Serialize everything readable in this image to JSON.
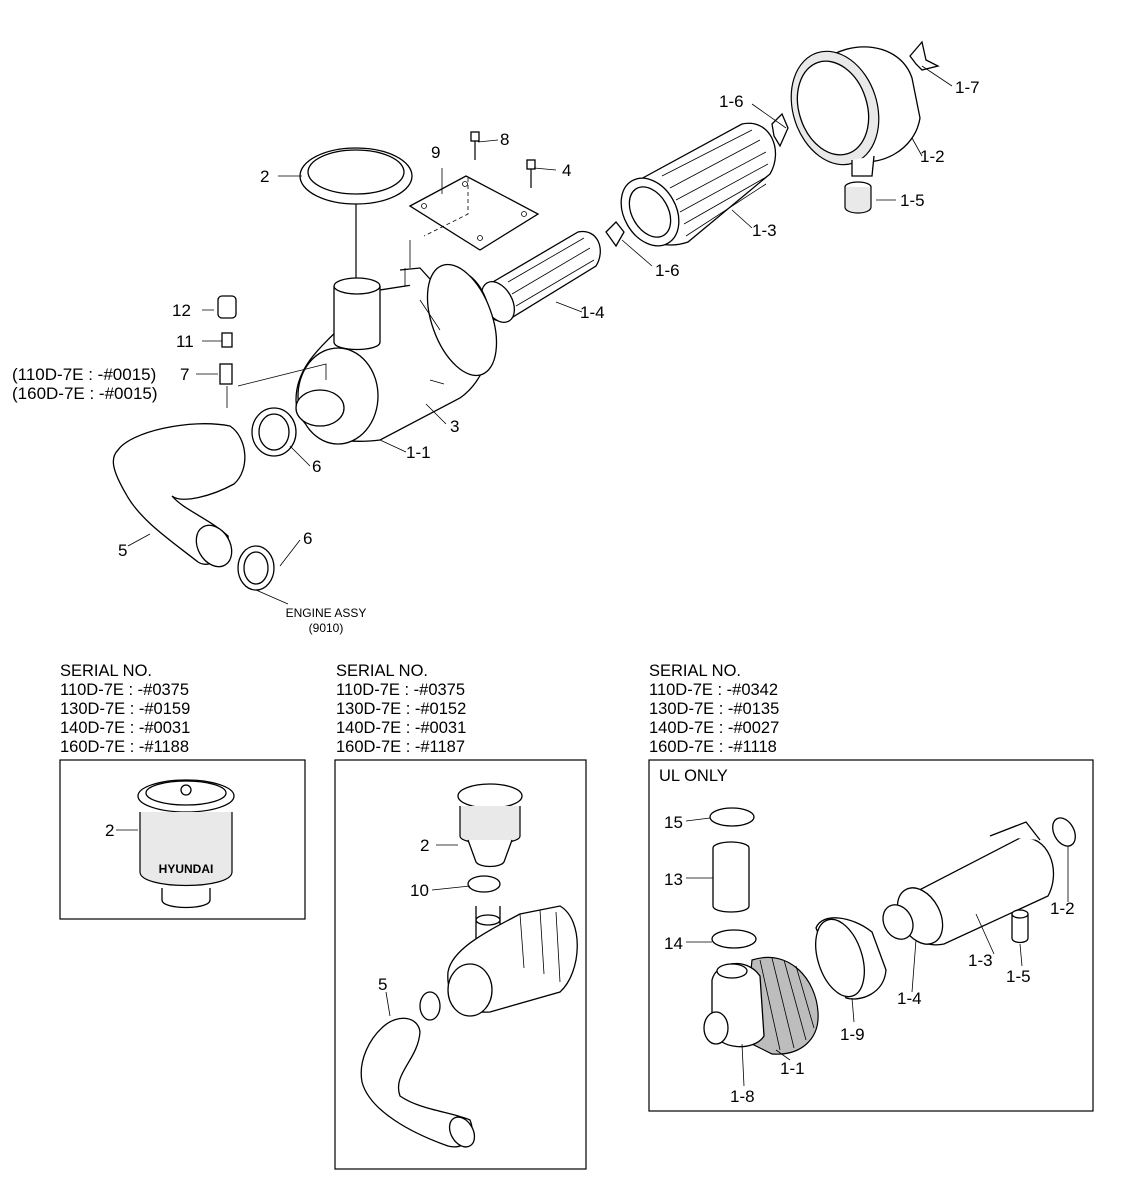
{
  "main_callouts": {
    "c1_7": "1-7",
    "c1_6_top": "1-6",
    "c1_2": "1-2",
    "c8": "8",
    "c9": "9",
    "c2": "2",
    "c4": "4",
    "c1_5": "1-5",
    "c1_3": "1-3",
    "c1_6_mid": "1-6",
    "c1_4": "1-4",
    "c12": "12",
    "c11": "11",
    "c7": "7",
    "c3": "3",
    "c6_top": "6",
    "c1_1": "1-1",
    "c5": "5",
    "c6_bottom": "6"
  },
  "serial_notes": {
    "line1": "(110D-7E : -#0015)",
    "line2": "(160D-7E : -#0015)"
  },
  "engine_ref": {
    "name": "ENGINE ASSY",
    "code": "(9010)"
  },
  "panels": [
    {
      "heading": "SERIAL NO.",
      "rows": [
        "110D-7E : -#0375",
        "130D-7E : -#0159",
        "140D-7E : -#0031",
        "160D-7E : -#1188"
      ],
      "callouts": [
        "2"
      ],
      "brand_text": "HYUNDAI"
    },
    {
      "heading": "SERIAL NO.",
      "rows": [
        "110D-7E : -#0375",
        "130D-7E : -#0152",
        "140D-7E : -#0031",
        "160D-7E : -#1187"
      ],
      "callouts": [
        "2",
        "10",
        "5"
      ]
    },
    {
      "heading": "SERIAL NO.",
      "rows": [
        "110D-7E : -#0342",
        "130D-7E : -#0135",
        "140D-7E : -#0027",
        "160D-7E : -#1118"
      ],
      "box_title": "UL ONLY",
      "callouts": [
        "15",
        "13",
        "14",
        "1-2",
        "1-3",
        "1-4",
        "1-5",
        "1-9",
        "1-1",
        "1-8"
      ]
    }
  ]
}
